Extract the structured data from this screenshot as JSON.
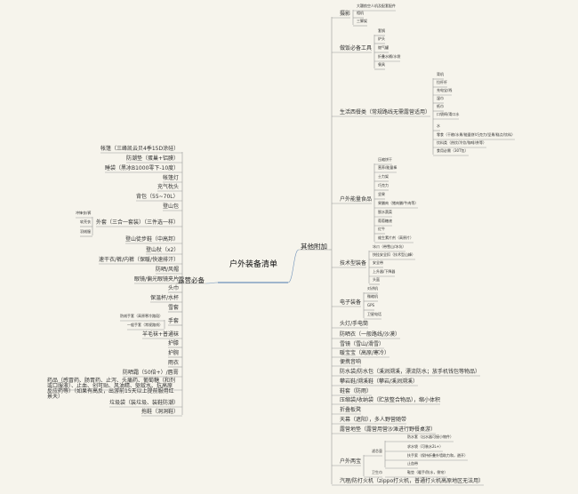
{
  "root": "户外装备清单",
  "left": {
    "label": "露营必备",
    "items": [
      {
        "label": "帐篷（三峰凯云贝4季15D涂硅）"
      },
      {
        "label": "防潮垫（蛋巢+铝膜）"
      },
      {
        "label": "睡袋（黑冰B1000零下-10度）"
      },
      {
        "label": "帐篷灯"
      },
      {
        "label": "充气枕头"
      },
      {
        "label": "背包（55~70L）"
      },
      {
        "label": "登山包"
      },
      {
        "label": "外套（三合一套装）（三件选一样）",
        "children": [
          "冲锋衣/裤",
          "软壳衣",
          "羽绒服"
        ]
      },
      {
        "label": "登山徒步鞋（中高邦）"
      },
      {
        "label": "登山杖（x2）"
      },
      {
        "label": "速干衣/裤/内裤（保暖/快速排汗）"
      },
      {
        "label": "防晒/风帽"
      },
      {
        "label": "眼镜/偏光眼镜夹片"
      },
      {
        "label": "头巾"
      },
      {
        "label": "保温杯/水杯"
      },
      {
        "label": "雪套"
      },
      {
        "label": "手套",
        "children": [
          "防绒手套（高原寒冷路段）",
          "一般手套（常规路线）"
        ]
      },
      {
        "label": "羊毛袜+普通袜"
      },
      {
        "label": "护膝"
      },
      {
        "label": "护腕"
      },
      {
        "label": "雨衣"
      },
      {
        "label": "防晒霜（50倍+）/唇膏"
      },
      {
        "label": "药品（感冒药、肠胃药、止泻、头痛药、葡萄糖（和剂或口服液）、止血、创可贴、风油精、驱蚊水、抗高原反应药等）（如果有高反，出游前15天以上提前服用红景天）"
      },
      {
        "label": "垃圾袋（装垃圾、装鞋防潮）"
      },
      {
        "label": "拖鞋（洞洞鞋）"
      }
    ]
  },
  "right": {
    "label": "其他附加",
    "items": [
      {
        "label": "摄影",
        "children": [
          "大疆航空人机及配套配件",
          "相机",
          "三脚架"
        ]
      },
      {
        "label": "做饭必备工具",
        "children": [
          "套锅",
          "炉头",
          "燃气罐",
          "折叠水桶/水袋",
          "餐具"
        ]
      },
      {
        "label": "生活西餐类（常规路线无需露营适用）",
        "children": [
          "背机",
          "拉杆杆",
          "充电宝/线",
          "湿巾",
          "纸巾",
          "口袋椅/滑口水",
          "水",
          "零食（干粮/水果/能量饼/巧克力/坚果/糕点/饮料）",
          "饮料类（热饮/冷饮/咖啡/茶等）",
          "食用必需（30T包）"
        ]
      },
      {
        "label": "户外能量食品",
        "children": [
          "压缩饼干",
          "营养/能量棒",
          "士力架",
          "巧克力",
          "坚果",
          "果脯肉（猪肉脯/牛肉等）",
          "脱水蔬菜",
          "葡萄糖液",
          "红牛",
          "维生素片剂（高原片）"
        ]
      },
      {
        "label": "技术型装备",
        "children": [
          "冰爪（带雪山/冰坑）",
          "快挂安全扣（技术型山峰）",
          "安全带",
          "上升器/下降器",
          "头盔"
        ]
      },
      {
        "label": "电子装备",
        "children": [
          "对讲机",
          "微缩机",
          "GPS",
          "卫星电话"
        ]
      },
      {
        "label": "头灯/手电筒"
      },
      {
        "label": "防晒衣（一般路线/沙漠）"
      },
      {
        "label": "雪镜（雪山/滑雪）"
      },
      {
        "label": "暖宝宝（高原/寒冷）"
      },
      {
        "label": "便携音响"
      },
      {
        "label": "防水袋/防水包（溪涧溯溪，漂流防水；放手机钱包等物品）"
      },
      {
        "label": "攀岩鞋/溯溪鞋（攀岩/溪涧溯溪）"
      },
      {
        "label": "鞋套（防雨）"
      },
      {
        "label": "压缩袋/收纳袋（贮放整合物品），缩小体积"
      },
      {
        "label": "折叠板凳"
      },
      {
        "label": "天幕（遮阳），多人野营随带"
      },
      {
        "label": "露营地垫（露营用营沙滩进行野餐桌游）"
      },
      {
        "label": "户外两宝",
        "children": [
          {
            "label": "滤芯壶",
            "children": [
              "防水套（出水器可接小物件）",
              "求水袋（可装水2L+）",
              "扶手索（保持折叠外墙助力和，避开）",
              "止血带"
            ]
          },
          {
            "label": "卫生巾",
            "children": [
              "鞋垫（暖手/防水，侧帘）"
            ]
          }
        ]
      },
      {
        "label": "汽理/防打火机（zippo打火机，普通打火机高原地区无法用）"
      }
    ]
  }
}
